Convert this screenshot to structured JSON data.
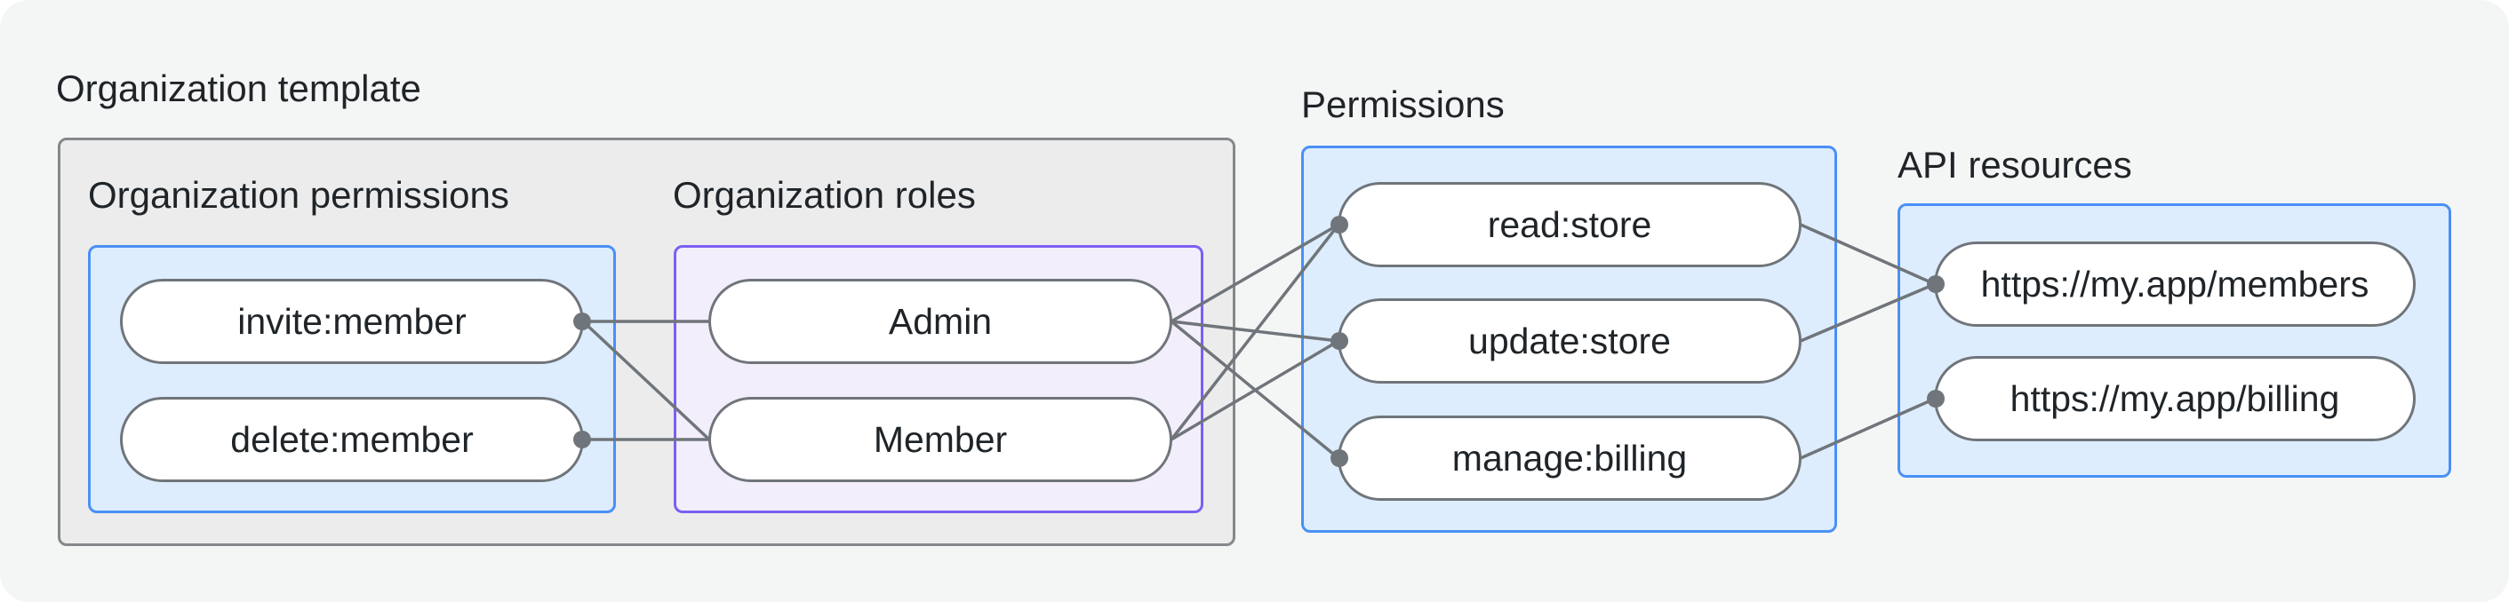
{
  "title": "Organization template",
  "colors": {
    "background": "#f4f6f5",
    "text": "#1f2428",
    "gray_box_fill": "#ececec",
    "gray_box_border": "#85888b",
    "blue_box_fill": "#ddedfd",
    "blue_box_border": "#4a90f6",
    "purple_box_fill": "#f3eefb",
    "purple_box_border": "#7b5ff2",
    "pill_fill": "#ffffff",
    "connector": "#6f757a"
  },
  "template_box": {
    "permissions_group": {
      "label": "Organization permissions",
      "pills": [
        {
          "id": "invite",
          "label": "invite:member"
        },
        {
          "id": "delete",
          "label": "delete:member"
        }
      ]
    },
    "roles_group": {
      "label": "Organization roles",
      "pills": [
        {
          "id": "admin",
          "label": "Admin"
        },
        {
          "id": "member",
          "label": "Member"
        }
      ]
    }
  },
  "permissions_group": {
    "label": "Permissions",
    "pills": [
      {
        "id": "read",
        "label": "read:store"
      },
      {
        "id": "update",
        "label": "update:store"
      },
      {
        "id": "manage",
        "label": "manage:billing"
      }
    ]
  },
  "api_resources_group": {
    "label": "API resources",
    "pills": [
      {
        "id": "members",
        "label": "https://my.app/members"
      },
      {
        "id": "billing",
        "label": "https://my.app/billing"
      }
    ]
  },
  "edges": [
    {
      "from": "invite",
      "to": "admin"
    },
    {
      "from": "invite",
      "to": "member"
    },
    {
      "from": "delete",
      "to": "member"
    },
    {
      "from": "admin",
      "to": "read"
    },
    {
      "from": "admin",
      "to": "update"
    },
    {
      "from": "admin",
      "to": "manage"
    },
    {
      "from": "member",
      "to": "read"
    },
    {
      "from": "member",
      "to": "update"
    },
    {
      "from": "read",
      "to": "members"
    },
    {
      "from": "update",
      "to": "members"
    },
    {
      "from": "manage",
      "to": "billing"
    }
  ],
  "dots": [
    {
      "node": "invite",
      "side": "right"
    },
    {
      "node": "delete",
      "side": "right"
    },
    {
      "node": "read",
      "side": "left"
    },
    {
      "node": "update",
      "side": "left"
    },
    {
      "node": "manage",
      "side": "left"
    },
    {
      "node": "members",
      "side": "left"
    },
    {
      "node": "billing",
      "side": "left"
    }
  ],
  "edge_style": {
    "line_width": 3.5,
    "dot_radius": 10
  }
}
